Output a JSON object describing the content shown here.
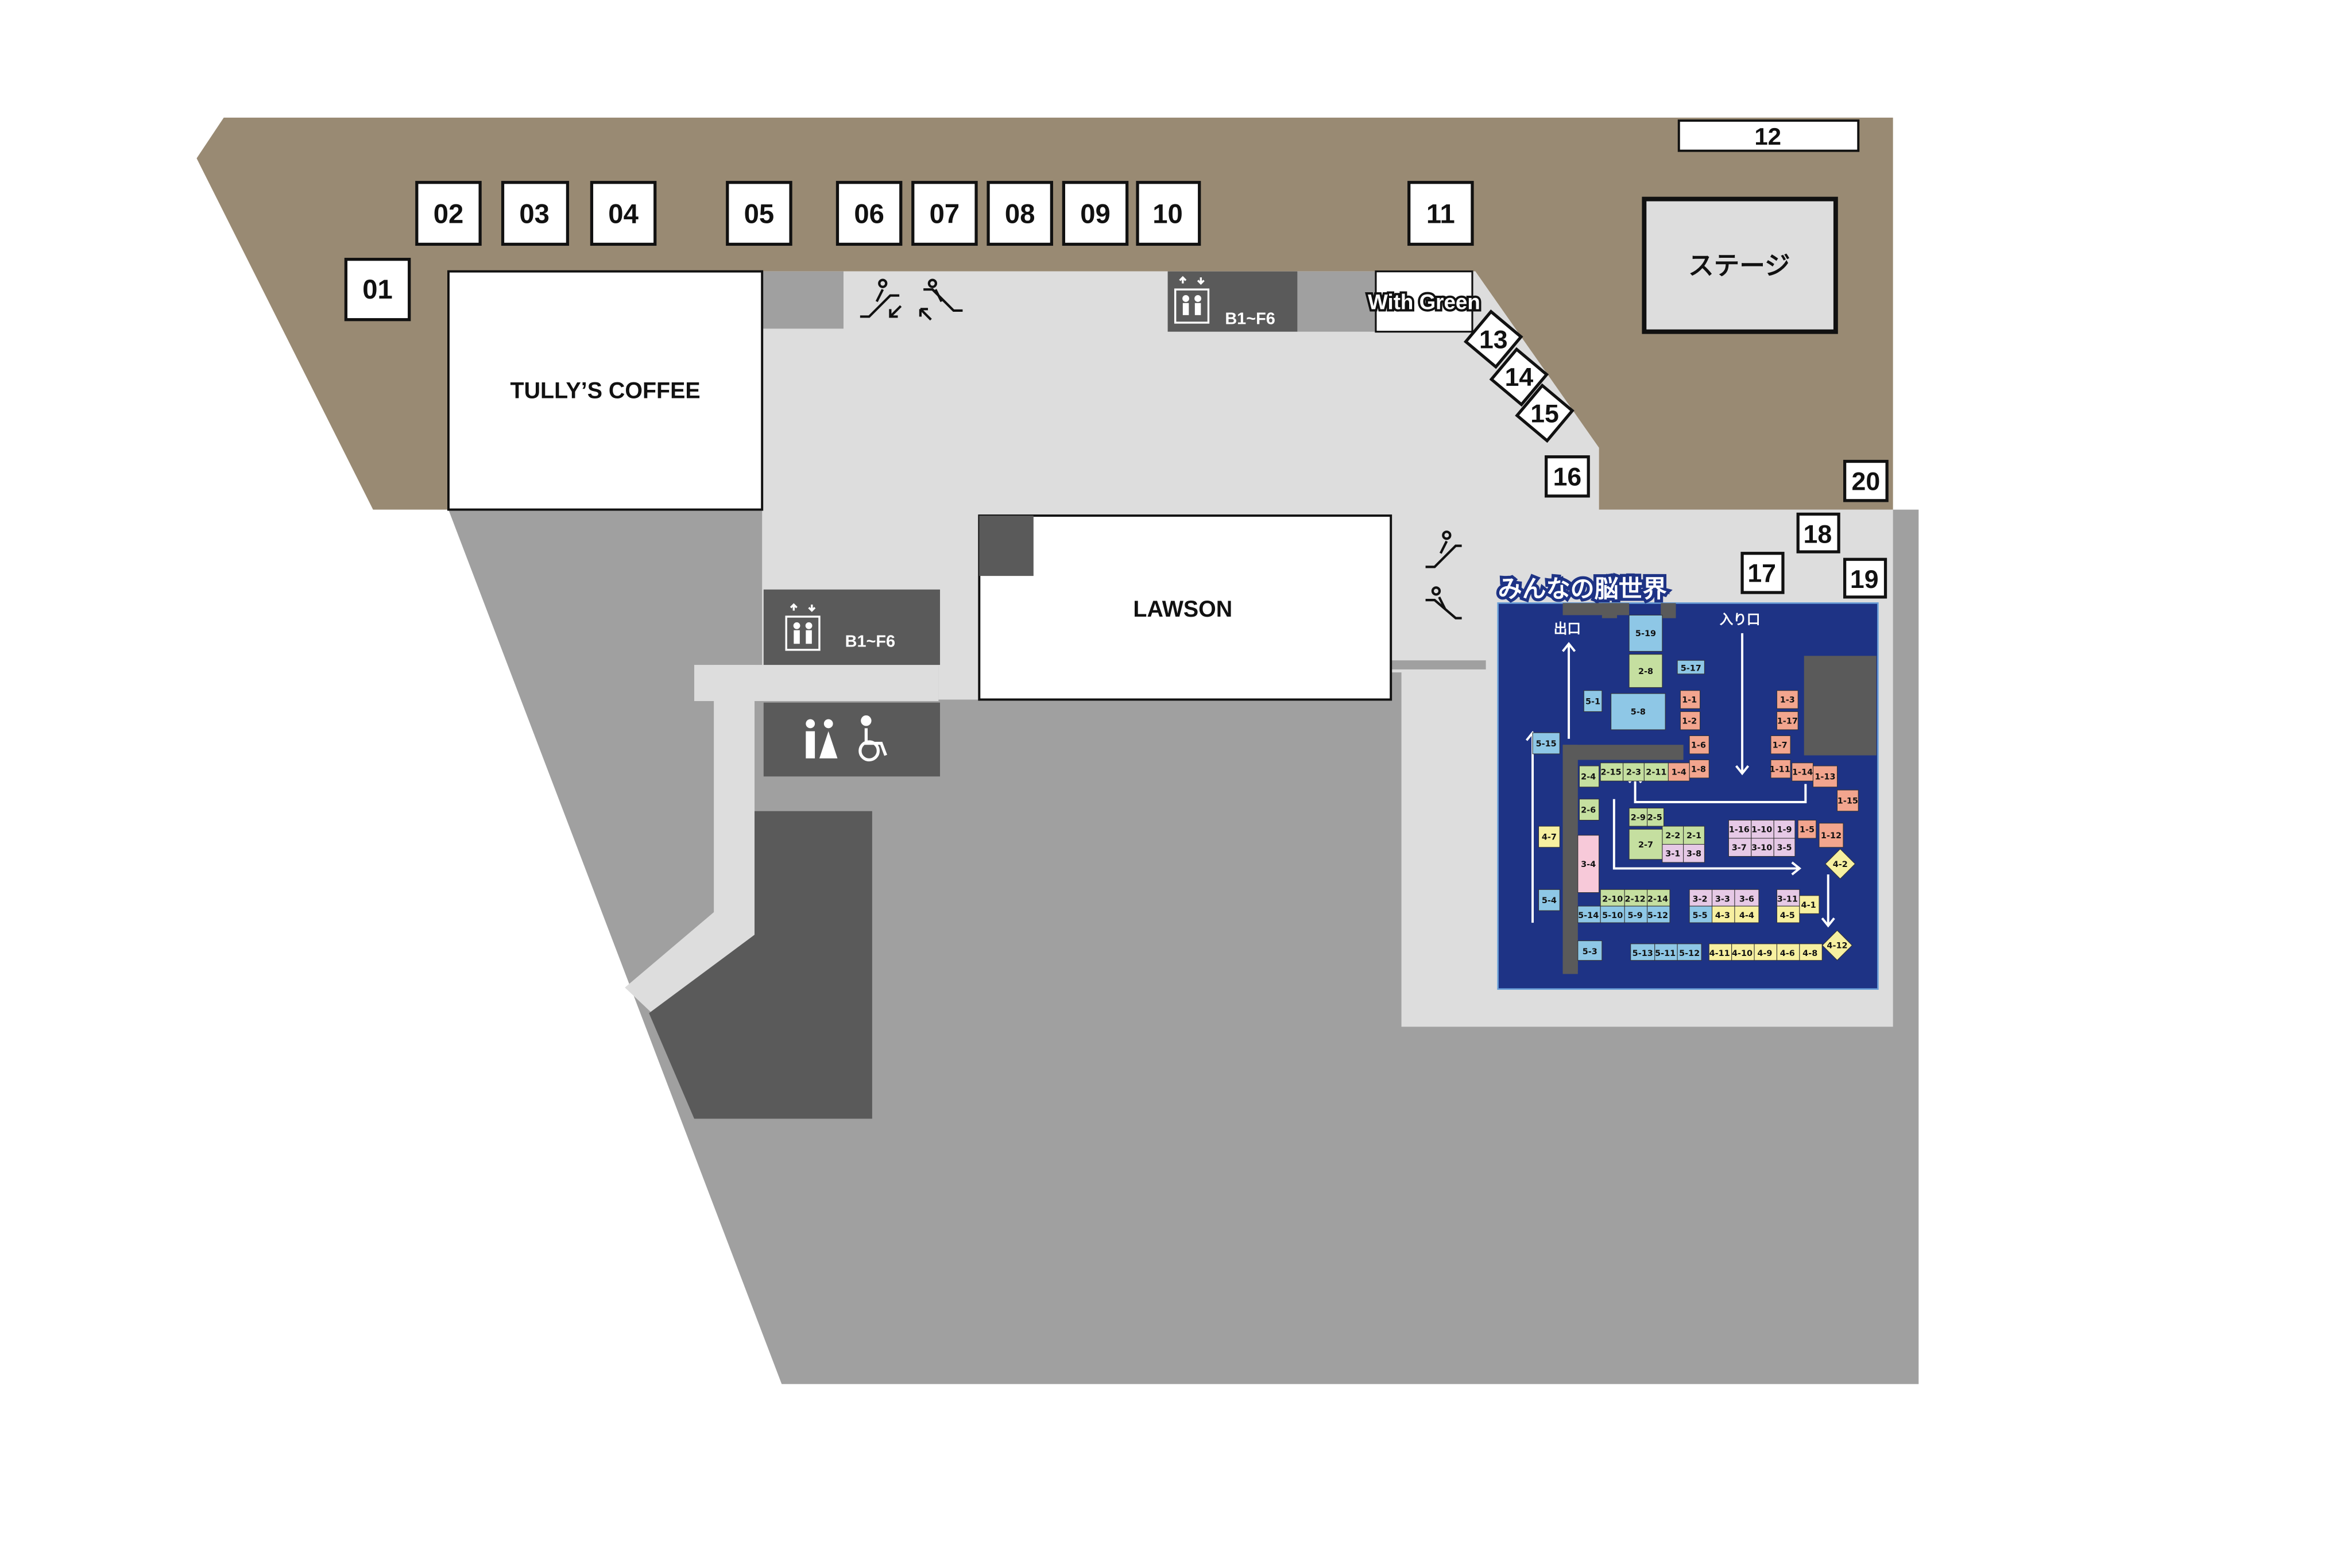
{
  "map": {
    "booths": [
      "01",
      "02",
      "03",
      "04",
      "05",
      "06",
      "07",
      "08",
      "09",
      "10",
      "11",
      "12",
      "13",
      "14",
      "15",
      "16",
      "17",
      "18",
      "19",
      "20"
    ],
    "stores": {
      "tullys": "TULLY’S COFFEE",
      "lawson": "LAWSON",
      "with_green": "With Green",
      "stage": "ステージ"
    },
    "elevators": {
      "main": "B1~F6",
      "top": "B1~F6"
    },
    "exhibit": {
      "title": "みんなの脳世界",
      "entrance": "入り口",
      "exit": "出口",
      "cells": [
        "5-19",
        "5-17",
        "2-8",
        "5-1",
        "5-8",
        "1-1",
        "1-2",
        "1-3",
        "1-17",
        "1-6",
        "1-7",
        "1-8",
        "1-11",
        "1-14",
        "1-13",
        "1-15",
        "5-15",
        "2-4",
        "2-15",
        "2-3",
        "2-11",
        "1-4",
        "2-6",
        "2-9",
        "2-5",
        "2-2",
        "2-1",
        "1-16",
        "1-10",
        "1-9",
        "1-5",
        "1-12",
        "2-7",
        "3-1",
        "3-8",
        "3-7",
        "3-10",
        "3-5",
        "4-7",
        "3-4",
        "4-2",
        "2-10",
        "2-12",
        "2-14",
        "3-2",
        "3-3",
        "3-6",
        "3-11",
        "5-14",
        "5-10",
        "5-9",
        "5-12",
        "5-5",
        "4-3",
        "4-4",
        "4-5",
        "4-1",
        "5-4",
        "5-3",
        "5-13",
        "5-11",
        "5-12",
        "4-11",
        "4-10",
        "4-9",
        "4-6",
        "4-8",
        "4-12"
      ]
    },
    "colors": {
      "outdoor": "#998a73",
      "corridor": "#dddddd",
      "building": "#a0a0a0",
      "dark": "#5a5a5a",
      "exhibit_bg": "#1e3385",
      "cell_blue": "#8ec7e6",
      "cell_pink": "#f2a58e",
      "cell_green": "#c5dfa0",
      "cell_lavender": "#e6c9e6",
      "cell_yellow": "#f7f0a0"
    }
  }
}
